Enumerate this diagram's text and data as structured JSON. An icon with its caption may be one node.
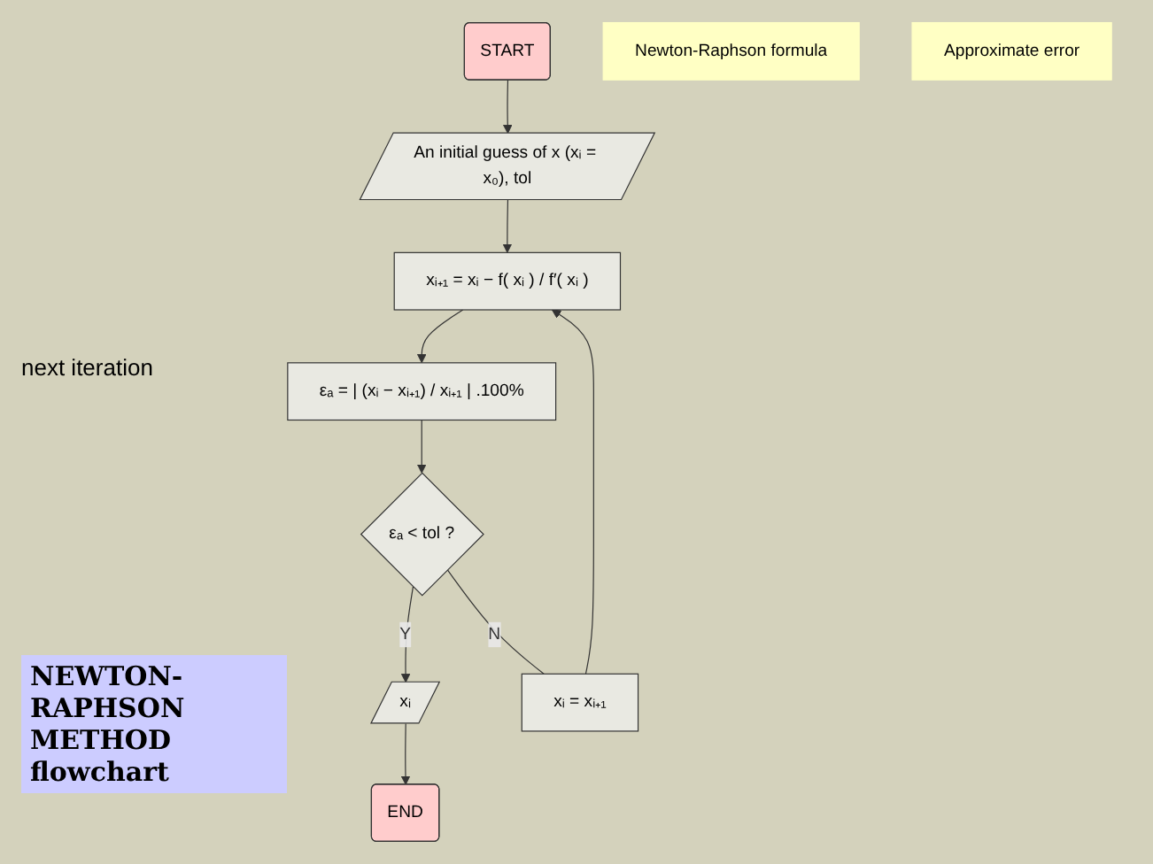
{
  "diagram": {
    "title": "NEWTON-RAPHSON METHOD flowchart",
    "nodes": [
      {
        "text": [
          "START"
        ]
      },
      {
        "text": [
          "An initial guess of x (xᵢ = x₀), tol"
        ]
      },
      {
        "text": [
          "xᵢ₊₁ = xᵢ − f( xᵢ ) / f′( xᵢ )"
        ]
      },
      {
        "text": [
          "εₐ = | (xᵢ − xᵢ₊₁) / xᵢ₊₁ | .100%"
        ]
      },
      {
        "text": [
          "εₐ < tol ?"
        ]
      },
      {
        "text": [
          "xᵢ"
        ]
      },
      {
        "text": [
          "END"
        ]
      },
      {
        "text": [
          "xᵢ = xᵢ₊₁"
        ]
      },
      {
        "text": [
          "Newton-Raphson formula"
        ]
      },
      {
        "text": [
          "Approximate error"
        ]
      }
    ],
    "edges": [
      {
        "from": 0,
        "to": 1,
        "arrow": "to"
      },
      {
        "from": 1,
        "to": 2,
        "arrow": "to"
      },
      {
        "from": 2,
        "to": 3,
        "arrow": "to"
      },
      {
        "from": 3,
        "to": 4,
        "arrow": "to"
      },
      {
        "from": 4,
        "to": 5,
        "arrow": "to",
        "label": "Y"
      },
      {
        "from": 5,
        "to": 6,
        "arrow": "to"
      },
      {
        "from": 4,
        "to": 7,
        "arrow": "none",
        "label": "N"
      },
      {
        "from": 7,
        "to": 2,
        "arrow": "to"
      }
    ],
    "labels": [
      "next iteration"
    ]
  }
}
